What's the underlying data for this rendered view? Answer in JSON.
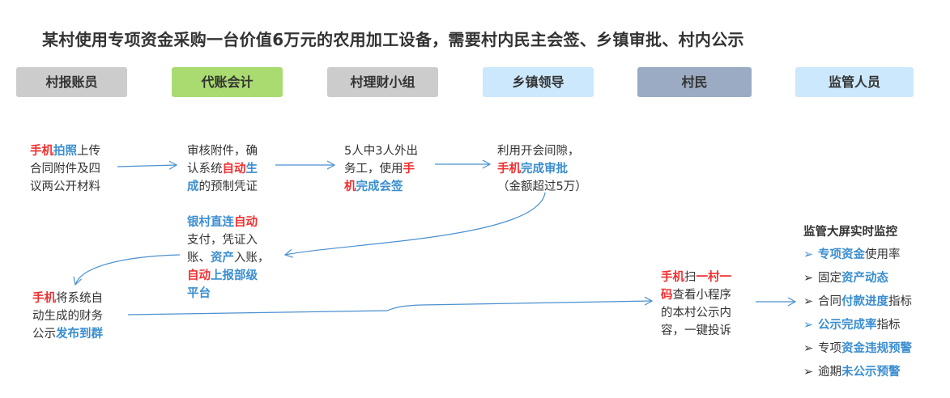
{
  "title": "某村使用专项资金采购一台价值6万元的农用加工设备，需要村内民主会签、乡镇审批、村内公示",
  "colors": {
    "red": "#f03030",
    "blue": "#3a8ed0",
    "text": "#333333",
    "arrow": "#4a90d0"
  },
  "roles": [
    {
      "label": "村报账员",
      "color": "#cccccc"
    },
    {
      "label": "代账会计",
      "color": "#a9db70"
    },
    {
      "label": "村理财小组",
      "color": "#cccccc"
    },
    {
      "label": "乡镇领导",
      "color": "#cce8fc"
    },
    {
      "label": "村民",
      "color": "#9aabc3"
    },
    {
      "label": "监管人员",
      "color": "#cce8fc"
    }
  ],
  "steps": [
    {
      "id": "upload",
      "segments": [
        {
          "t": "手机",
          "c": "r"
        },
        {
          "t": "拍照",
          "c": "b"
        },
        {
          "t": "上传\n合同附件及四\n议两公开材料",
          "c": "k"
        }
      ]
    },
    {
      "id": "voucher",
      "segments": [
        {
          "t": "审核附件，确\n认系统",
          "c": "k"
        },
        {
          "t": "自动",
          "c": "r"
        },
        {
          "t": "生\n成",
          "c": "b"
        },
        {
          "t": "的预制凭证",
          "c": "k"
        }
      ]
    },
    {
      "id": "countersign",
      "segments": [
        {
          "t": "5人中3人外出\n务工，使用",
          "c": "k"
        },
        {
          "t": "手\n机",
          "c": "r"
        },
        {
          "t": "完成会签",
          "c": "b"
        }
      ]
    },
    {
      "id": "approval",
      "segments": [
        {
          "t": "利用开会间隙，\n",
          "c": "k"
        },
        {
          "t": "手机",
          "c": "r"
        },
        {
          "t": "完成审批",
          "c": "b"
        },
        {
          "t": "\n  （金额超过5万）",
          "c": "k"
        }
      ]
    },
    {
      "id": "payment",
      "segments": [
        {
          "t": "银村直连",
          "c": "b"
        },
        {
          "t": "自动",
          "c": "r"
        },
        {
          "t": "\n支付，凭证入\n账、",
          "c": "k"
        },
        {
          "t": "资产",
          "c": "b"
        },
        {
          "t": "入账，\n",
          "c": "k"
        },
        {
          "t": "自动",
          "c": "r"
        },
        {
          "t": "上报部级\n平台",
          "c": "b"
        }
      ]
    },
    {
      "id": "publish",
      "segments": [
        {
          "t": "手机",
          "c": "r"
        },
        {
          "t": "将系统自\n动生成的财务\n公示",
          "c": "k"
        },
        {
          "t": "发布到群",
          "c": "b"
        }
      ]
    },
    {
      "id": "villager",
      "segments": [
        {
          "t": "手机",
          "c": "r"
        },
        {
          "t": "扫",
          "c": "k"
        },
        {
          "t": "一村一\n码",
          "c": "r"
        },
        {
          "t": "查看小程序\n的本村公示内\n容，一键投诉",
          "c": "k"
        }
      ]
    }
  ],
  "monitoring": {
    "title": "监管大屏实时监控",
    "items": [
      {
        "chev": "b",
        "segments": [
          {
            "t": "专项资金",
            "c": "b"
          },
          {
            "t": "使用率",
            "c": "k"
          }
        ]
      },
      {
        "chev": "k",
        "segments": [
          {
            "t": "固定",
            "c": "k"
          },
          {
            "t": "资产动态",
            "c": "b"
          }
        ]
      },
      {
        "chev": "k",
        "segments": [
          {
            "t": "合同",
            "c": "k"
          },
          {
            "t": "付款进度",
            "c": "b"
          },
          {
            "t": "指标",
            "c": "k"
          }
        ]
      },
      {
        "chev": "b",
        "segments": [
          {
            "t": "公示完成率",
            "c": "b"
          },
          {
            "t": "指标",
            "c": "k"
          }
        ]
      },
      {
        "chev": "k",
        "segments": [
          {
            "t": "专项",
            "c": "k"
          },
          {
            "t": "资金违规预警",
            "c": "b"
          }
        ]
      },
      {
        "chev": "k",
        "segments": [
          {
            "t": "逾期",
            "c": "k"
          },
          {
            "t": "未公示预警",
            "c": "b"
          }
        ]
      }
    ]
  }
}
